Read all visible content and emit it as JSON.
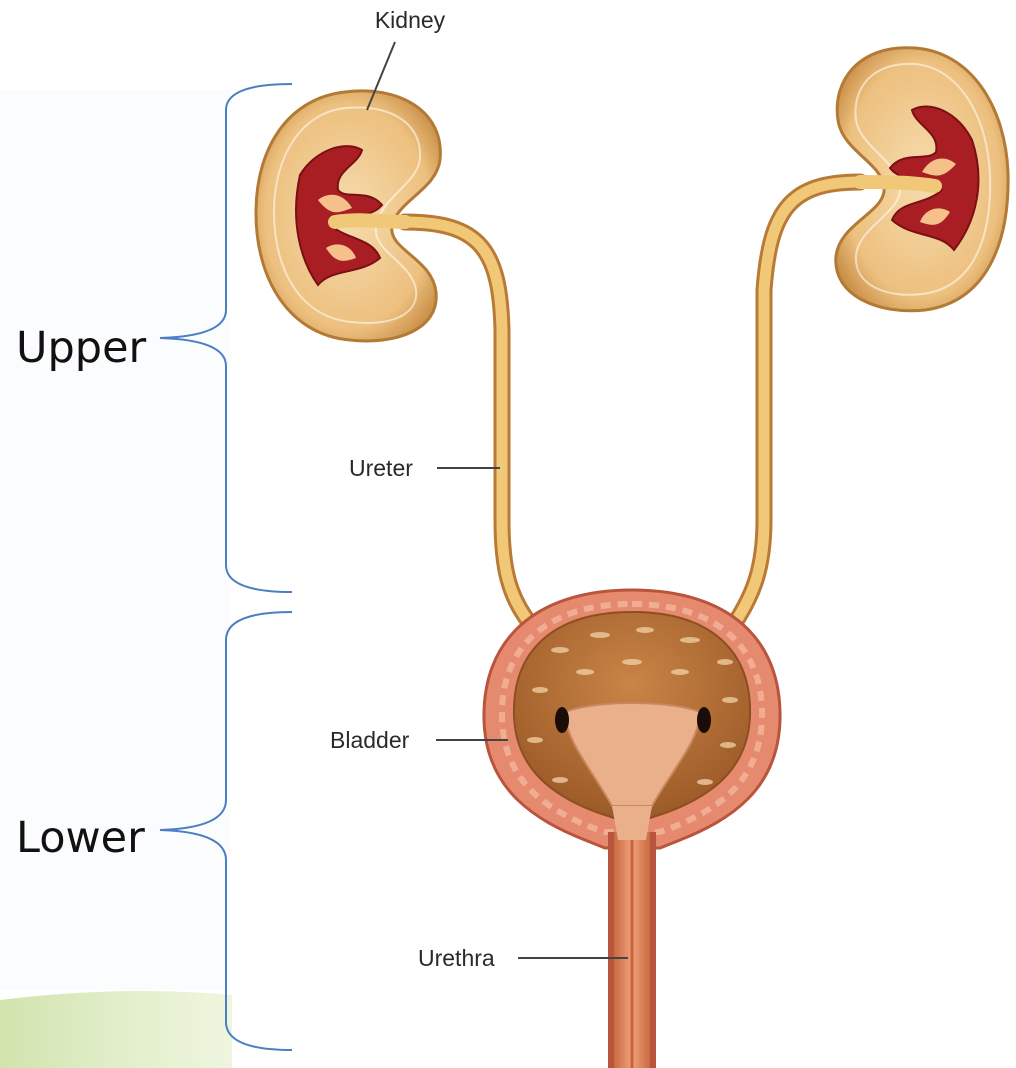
{
  "regions": {
    "upper": "Upper",
    "lower": "Lower"
  },
  "labels": {
    "kidney": "Kidney",
    "ureter": "Ureter",
    "bladder": "Bladder",
    "urethra": "Urethra"
  },
  "colors": {
    "bracket": "#4a7fc1",
    "leader": "#444444",
    "kidney_cortex": "#f0c98c",
    "kidney_medulla": "#a81e23",
    "ureter": "#e8b35e",
    "bladder_wall": "#e58a6e",
    "bladder_lumen": "#b86f35",
    "urethra": "#e9936a",
    "background_accent": "#c8df9e"
  }
}
